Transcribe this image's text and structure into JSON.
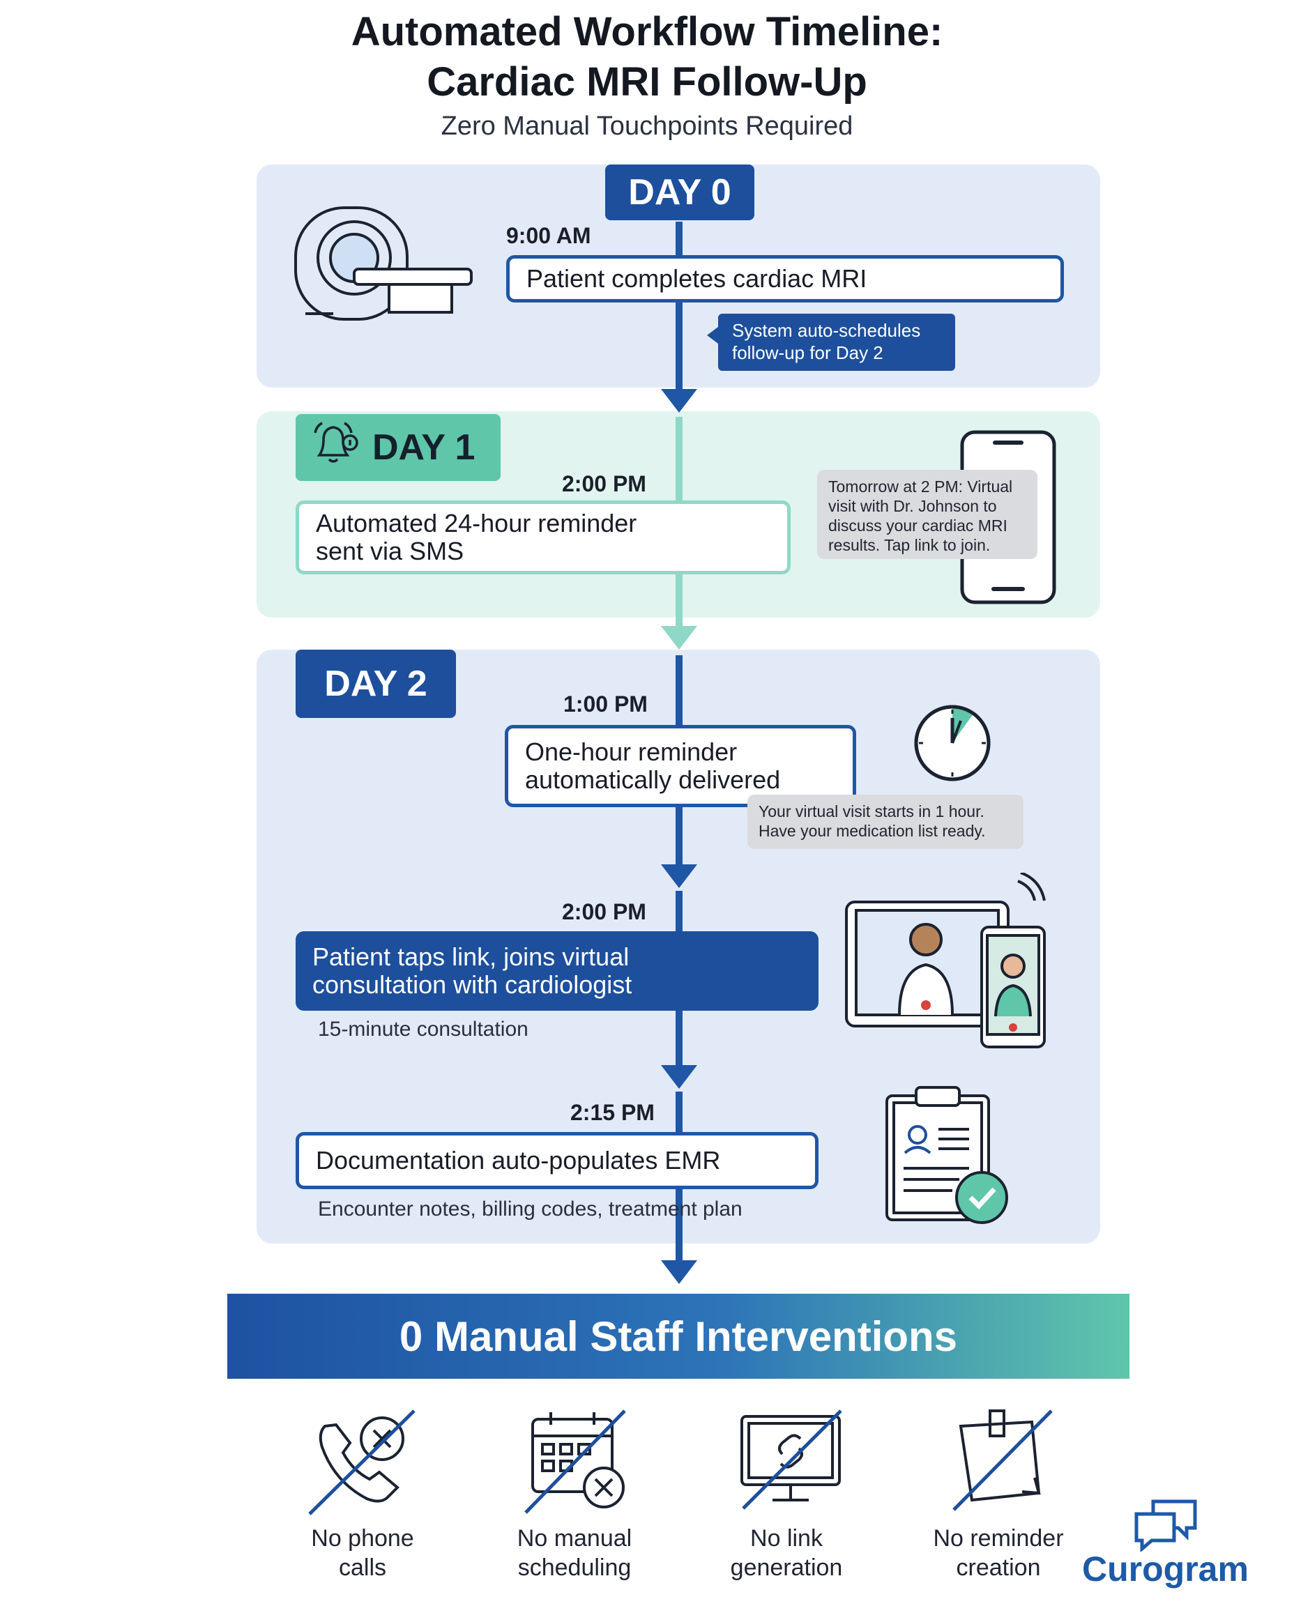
{
  "header": {
    "title_line1": "Automated Workflow Timeline:",
    "title_line2": "Cardiac MRI Follow-Up",
    "subtitle": "Zero Manual Touchpoints Required"
  },
  "day0": {
    "badge": "DAY 0",
    "time": "9:00 AM",
    "event": "Patient completes cardiac MRI",
    "callout_line1": "System auto-schedules",
    "callout_line2": "follow-up for Day 2"
  },
  "day1": {
    "badge": "DAY 1",
    "time": "2:00 PM",
    "event_line1": "Automated 24-hour reminder",
    "event_line2": "sent via SMS",
    "sms_line1": "Tomorrow at 2 PM: Virtual",
    "sms_line2": "visit with Dr. Johnson to",
    "sms_line3": "discuss your cardiac MRI",
    "sms_line4": "results. Tap link to join."
  },
  "day2": {
    "badge": "DAY 2",
    "step1": {
      "time": "1:00 PM",
      "event_line1": "One-hour reminder",
      "event_line2": "automatically delivered",
      "msg_line1": "Your virtual visit starts in 1 hour.",
      "msg_line2": "Have your medication list ready."
    },
    "step2": {
      "time": "2:00 PM",
      "event_line1": "Patient taps link, joins virtual",
      "event_line2": "consultation with cardiologist",
      "note": "15-minute consultation"
    },
    "step3": {
      "time": "2:15 PM",
      "event": "Documentation auto-populates EMR",
      "note": "Encounter notes, billing codes, treatment plan"
    }
  },
  "summary": {
    "banner": "0 Manual Staff Interventions",
    "features": [
      {
        "icon": "phone-crossed-icon",
        "line1": "No phone",
        "line2": "calls"
      },
      {
        "icon": "calendar-crossed-icon",
        "line1": "No manual",
        "line2": "scheduling"
      },
      {
        "icon": "monitor-link-crossed-icon",
        "line1": "No link",
        "line2": "generation"
      },
      {
        "icon": "note-crossed-icon",
        "line1": "No reminder",
        "line2": "creation"
      }
    ]
  },
  "brand": {
    "name": "Curogram"
  },
  "colors": {
    "primary_blue": "#1d4f9c",
    "teal": "#5fc6a9",
    "panel_blue": "#e3eaf7",
    "panel_green": "#e1f4f0"
  }
}
